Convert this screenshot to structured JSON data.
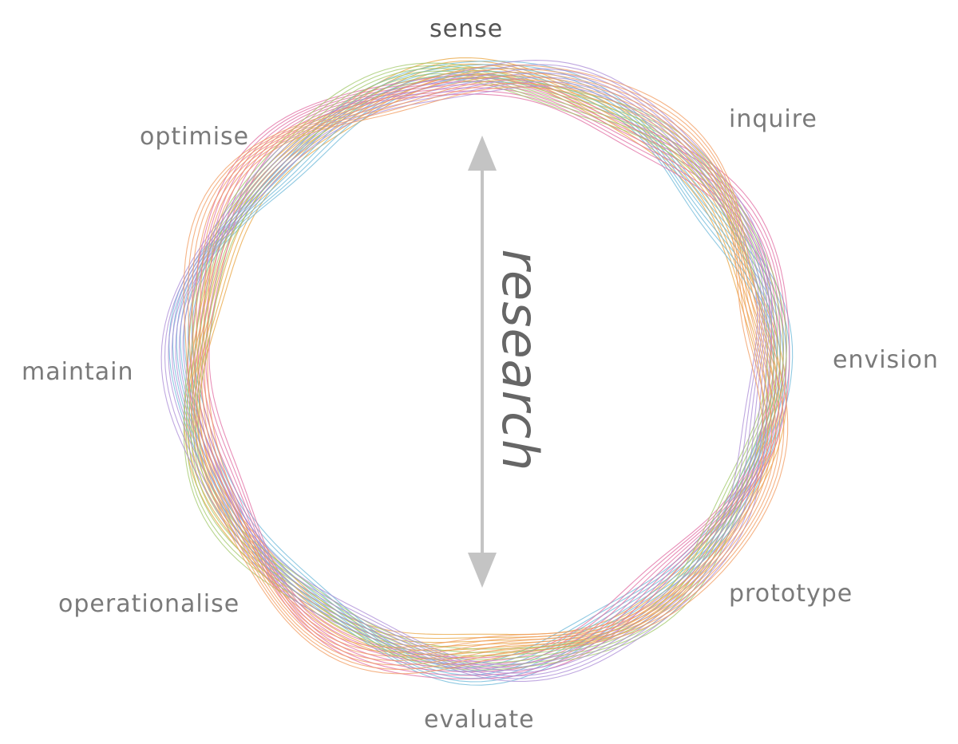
{
  "diagram": {
    "center_label": "research",
    "stages": [
      {
        "id": "sense",
        "label": "sense"
      },
      {
        "id": "inquire",
        "label": "inquire"
      },
      {
        "id": "envision",
        "label": "envision"
      },
      {
        "id": "prototype",
        "label": "prototype"
      },
      {
        "id": "evaluate",
        "label": "evaluate"
      },
      {
        "id": "operationalise",
        "label": "operationalise"
      },
      {
        "id": "maintain",
        "label": "maintain"
      },
      {
        "id": "optimise",
        "label": "optimise"
      }
    ],
    "colors": {
      "strands": [
        "#e8a13a",
        "#6ab7d8",
        "#e06aa0",
        "#9fc766",
        "#a98ad6",
        "#f29a5c"
      ],
      "arrow": "#c4c4c4",
      "label_text": "#7a7a7a",
      "emphasis_text": "#555555"
    }
  }
}
